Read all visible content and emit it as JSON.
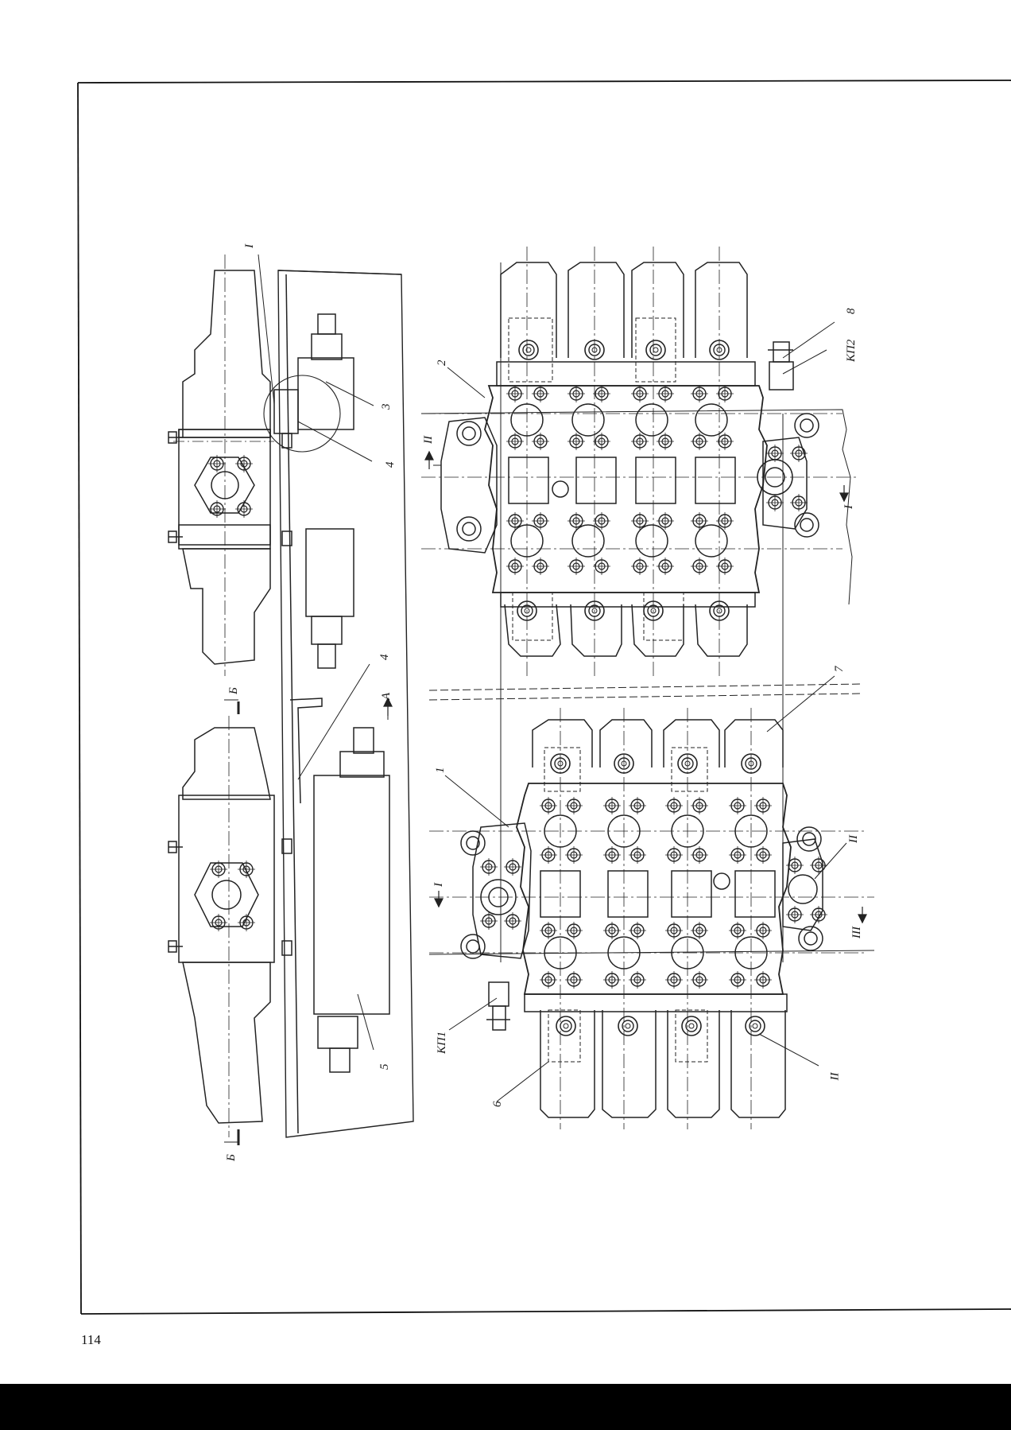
{
  "page": {
    "number": "114"
  },
  "labels": {
    "callout_1": "1",
    "callout_2": "2",
    "callout_3": "3",
    "callout_4a": "4",
    "callout_4b": "4",
    "callout_5": "5",
    "callout_6": "6",
    "callout_7": "7",
    "callout_8": "8",
    "roman_I_top": "I",
    "roman_I_right_block": "I",
    "roman_I_left_block": "I",
    "roman_II_right_block": "II",
    "roman_II_left_block": "II",
    "roman_II_bottom": "II",
    "roman_III": "III",
    "view_A": "A",
    "section_B_top": "Б",
    "section_B_bottom": "Б",
    "valve_KP1": "КП1",
    "valve_KP2": "КП2"
  }
}
